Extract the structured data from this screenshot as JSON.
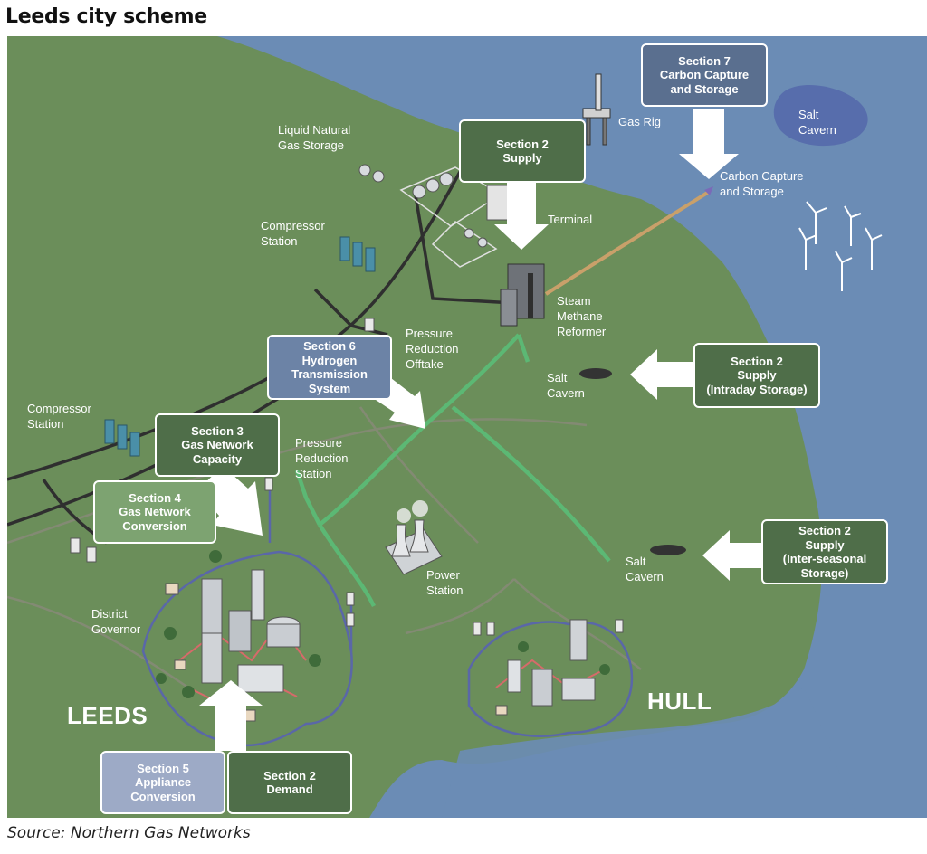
{
  "title": "Leeds city scheme",
  "source": "Source: Northern Gas Networks",
  "colors": {
    "land": "#6b8e5a",
    "sea": "#6b8cb5",
    "pipe_hydrogen": "#5cb874",
    "pipe_gas": "#3d3d3d",
    "pipe_local": "#5a67a8",
    "callout_dark": "#4f6e49"
  },
  "cities": {
    "leeds": "LEEDS",
    "hull": "HULL"
  },
  "sections": {
    "s7": [
      "Section 7",
      "Carbon Capture",
      "and Storage"
    ],
    "s2_supply": [
      "Section 2",
      "Supply"
    ],
    "s6": [
      "Section 6",
      "Hydrogen",
      "Transmission",
      "System"
    ],
    "s2_intraday": [
      "Section 2",
      "Supply",
      "(Intraday Storage)"
    ],
    "s3": [
      "Section 3",
      "Gas Network",
      "Capacity"
    ],
    "s4": [
      "Section 4",
      "Gas Network",
      "Conversion"
    ],
    "s2_interseasonal": [
      "Section 2",
      "Supply",
      "(Inter-seasonal",
      "Storage)"
    ],
    "s5": [
      "Section 5",
      "Appliance",
      "Conversion"
    ],
    "s2_demand": [
      "Section 2",
      "Demand"
    ]
  },
  "labels": {
    "gas_rig": [
      "Gas Rig"
    ],
    "salt_cavern_sea": [
      "Salt",
      "Cavern"
    ],
    "lng_storage": [
      "Liquid Natural",
      "Gas Storage"
    ],
    "ccs": [
      "Carbon Capture",
      "and Storage"
    ],
    "terminal": [
      "Terminal"
    ],
    "compressor_top": [
      "Compressor",
      "Station"
    ],
    "smr": [
      "Steam",
      "Methane",
      "Reformer"
    ],
    "prs_offtake": [
      "Pressure",
      "Reduction",
      "Offtake"
    ],
    "salt_cavern_mid": [
      "Salt",
      "Cavern"
    ],
    "compressor_left": [
      "Compressor",
      "Station"
    ],
    "prs_station": [
      "Pressure",
      "Reduction",
      "Station"
    ],
    "salt_cavern_low": [
      "Salt",
      "Cavern"
    ],
    "power_station": [
      "Power",
      "Station"
    ],
    "district_governor": [
      "District",
      "Governor"
    ]
  }
}
